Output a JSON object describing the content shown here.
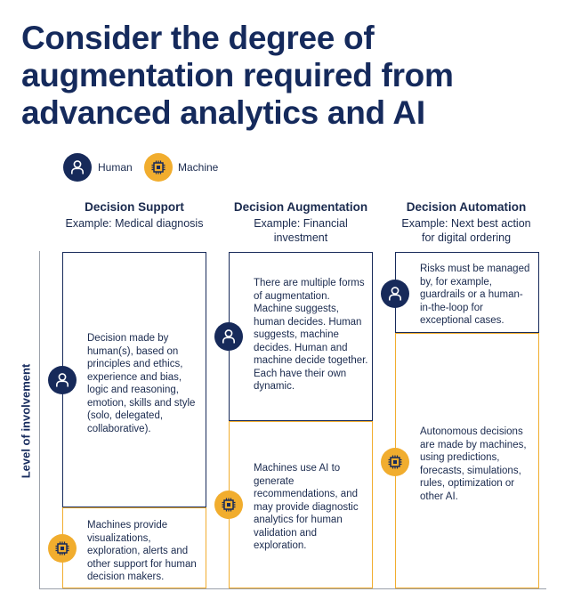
{
  "title_lines": [
    "Consider the degree of",
    "augmentation required from",
    "advanced analytics and AI"
  ],
  "legend": {
    "human": "Human",
    "machine": "Machine"
  },
  "axis_label": "Level of involvement",
  "columns": [
    {
      "heading": "Decision Support",
      "example": "Example: Medical diagnosis",
      "human_text": "Decision made by human(s), based on principles and ethics, experience and bias, logic and reasoning, emotion, skills and style (solo, delegated, collaborative).",
      "machine_text": "Machines provide visualizations, exploration, alerts and other support for human decision makers."
    },
    {
      "heading": "Decision Augmentation",
      "example": "Example: Financial investment",
      "human_text": "There are multiple forms of augmentation. Machine suggests, human decides. Human suggests, machine decides. Human and machine decide together. Each have their own dynamic.",
      "machine_text": "Machines use AI to generate recommendations, and may provide diagnostic analytics for human validation and exploration."
    },
    {
      "heading": "Decision Automation",
      "example": "Example: Next best action for digital ordering",
      "human_text": "Risks must be managed by, for example, guardrails or a human-in-the-loop for exceptional cases.",
      "machine_text": "Autonomous decisions are made by machines, using predictions, forecasts, simulations, rules, optimization or other AI."
    }
  ],
  "human_share": [
    0.75,
    0.5,
    0.25
  ],
  "colors": {
    "human": "#172a5a",
    "machine": "#f1ad2e",
    "title": "#152a5c"
  },
  "icons": {
    "human": "person-icon",
    "machine": "chip-icon"
  }
}
